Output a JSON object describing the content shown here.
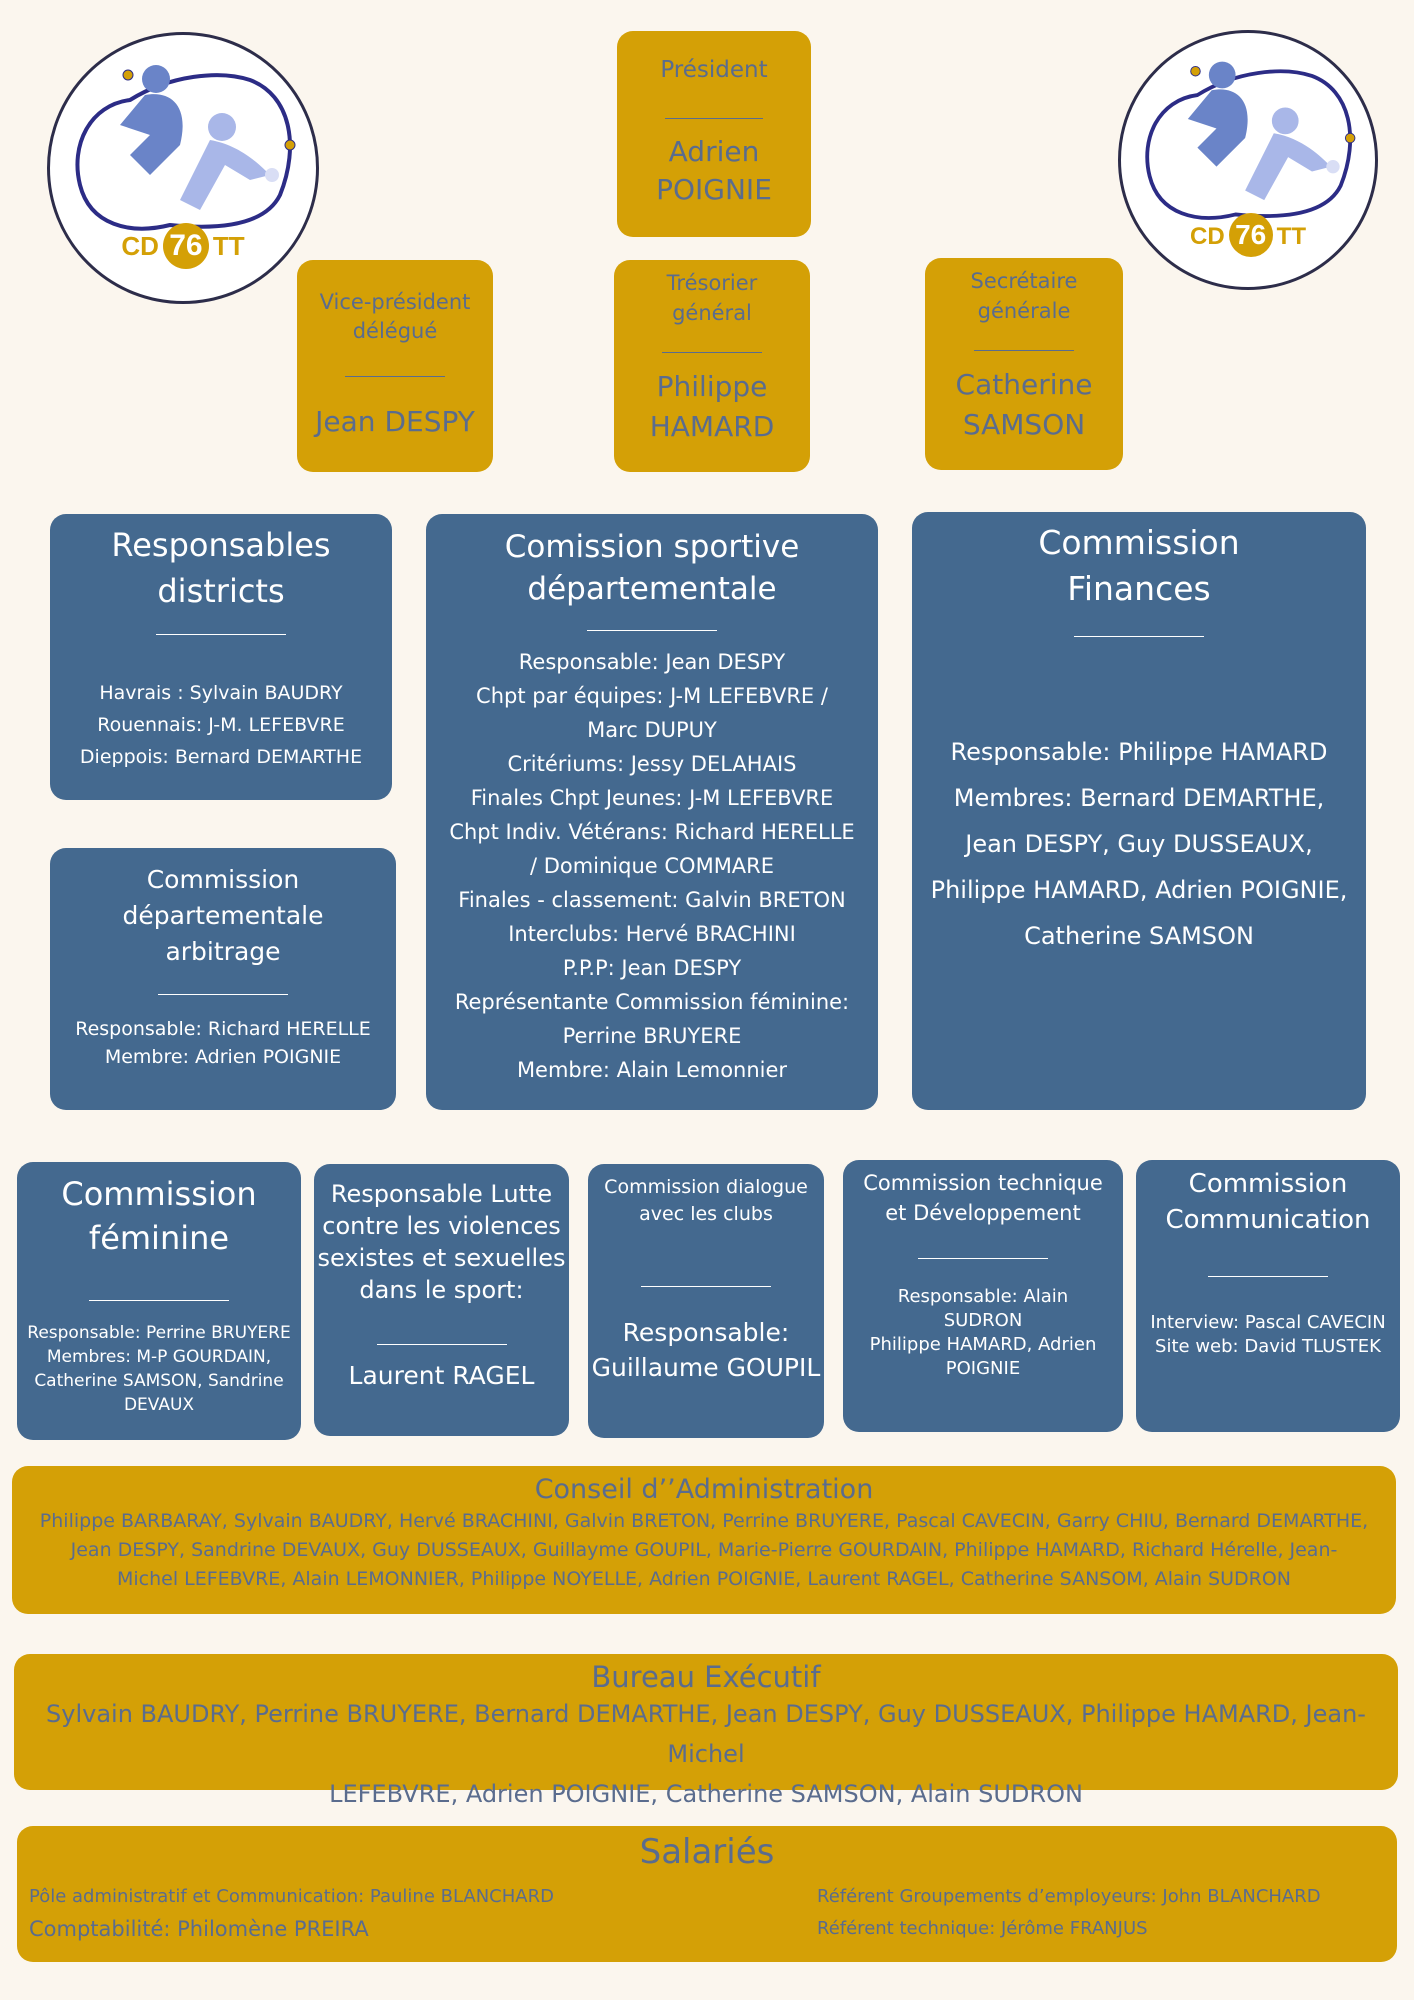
{
  "colors": {
    "background": "#fbf6ee",
    "gold": "#d4a006",
    "blue": "#44698f",
    "gold_text": "#5a6c8e",
    "blue_text": "#ffffff"
  },
  "logo": {
    "left_text": "CD",
    "number": "76",
    "right_text": "TT",
    "icon": "table-tennis-players-logo"
  },
  "president": {
    "role": "Président",
    "name_line1": "Adrien",
    "name_line2": "POIGNIE"
  },
  "vice_president": {
    "role_line1": "Vice-président",
    "role_line2": "délégué",
    "name": "Jean DESPY"
  },
  "treasurer": {
    "role_line1": "Trésorier",
    "role_line2": "général",
    "name_line1": "Philippe",
    "name_line2": "HAMARD"
  },
  "secretary": {
    "role_line1": "Secrétaire",
    "role_line2": "générale",
    "name_line1": "Catherine",
    "name_line2": "SAMSON"
  },
  "districts": {
    "title_line1": "Responsables",
    "title_line2": "districts",
    "lines": [
      "Havrais : Sylvain BAUDRY",
      "Rouennais: J-M. LEFEBVRE",
      "Dieppois: Bernard DEMARTHE"
    ]
  },
  "arbitrage": {
    "title_line1": "Commission",
    "title_line2": "départementale",
    "title_line3": "arbitrage",
    "lines": [
      "Responsable: Richard HERELLE",
      "Membre: Adrien POIGNIE"
    ]
  },
  "sportive": {
    "title_line1": "Comission sportive",
    "title_line2": "départementale",
    "lines": [
      "Responsable: Jean DESPY",
      "Chpt par équipes: J-M LEFEBVRE /",
      "Marc DUPUY",
      "Critériums: Jessy DELAHAIS",
      "Finales Chpt Jeunes: J-M LEFEBVRE",
      "Chpt Indiv. Vétérans: Richard HERELLE",
      "/ Dominique COMMARE",
      "Finales - classement: Galvin BRETON",
      "Interclubs: Hervé BRACHINI",
      "P.P.P: Jean DESPY",
      "Représentante Commission féminine:",
      "Perrine BRUYERE",
      "Membre: Alain Lemonnier"
    ]
  },
  "finances": {
    "title_line1": "Commission",
    "title_line2": "Finances",
    "lines": [
      "Responsable: Philippe HAMARD",
      "Membres: Bernard DEMARTHE,",
      "Jean DESPY, Guy DUSSEAUX,",
      "Philippe HAMARD, Adrien POIGNIE,",
      "Catherine SAMSON"
    ]
  },
  "feminine": {
    "title_line1": "Commission",
    "title_line2": "féminine",
    "lines": [
      "Responsable: Perrine BRUYERE",
      "Membres: M-P GOURDAIN,",
      "Catherine SAMSON, Sandrine",
      "DEVAUX"
    ]
  },
  "violences": {
    "title_lines": [
      "Responsable Lutte",
      "contre les violences",
      "sexistes et sexuelles",
      "dans le sport:"
    ],
    "name": "Laurent RAGEL"
  },
  "dialogue": {
    "title_line1": "Commission dialogue",
    "title_line2": "avec les clubs",
    "name_line1": "Responsable:",
    "name_line2": "Guillaume GOUPIL"
  },
  "technique": {
    "title_line1": "Commission technique",
    "title_line2": "et Développement",
    "lines": [
      "Responsable: Alain",
      "SUDRON",
      "Philippe HAMARD, Adrien",
      "POIGNIE"
    ]
  },
  "communication": {
    "title_line1": "Commission",
    "title_line2": "Communication",
    "lines": [
      "Interview: Pascal CAVECIN",
      "Site web: David TLUSTEK"
    ]
  },
  "conseil": {
    "title": "Conseil d’’Administration",
    "lines": [
      "Philippe BARBARAY, Sylvain BAUDRY, Hervé BRACHINI, Galvin BRETON, Perrine BRUYERE, Pascal CAVECIN, Garry CHIU, Bernard DEMARTHE,",
      "Jean DESPY, Sandrine DEVAUX, Guy DUSSEAUX, Guillayme GOUPIL, Marie-Pierre GOURDAIN, Philippe HAMARD, Richard Hérelle, Jean-",
      "Michel LEFEBVRE, Alain LEMONNIER, Philippe NOYELLE, Adrien POIGNIE, Laurent RAGEL, Catherine SANSOM, Alain SUDRON"
    ]
  },
  "bureau": {
    "title": "Bureau Exécutif",
    "lines": [
      "Sylvain BAUDRY, Perrine BRUYERE, Bernard DEMARTHE, Jean DESPY, Guy DUSSEAUX, Philippe HAMARD, Jean-Michel",
      "LEFEBVRE, Adrien POIGNIE, Catherine SAMSON, Alain SUDRON"
    ]
  },
  "salaries": {
    "title": "Salariés",
    "left": [
      "Pôle administratif et Communication: Pauline BLANCHARD",
      "Comptabilité: Philomène PREIRA"
    ],
    "right": [
      "Référent Groupements d’employeurs: John BLANCHARD",
      "Référent technique: Jérôme FRANJUS"
    ]
  }
}
